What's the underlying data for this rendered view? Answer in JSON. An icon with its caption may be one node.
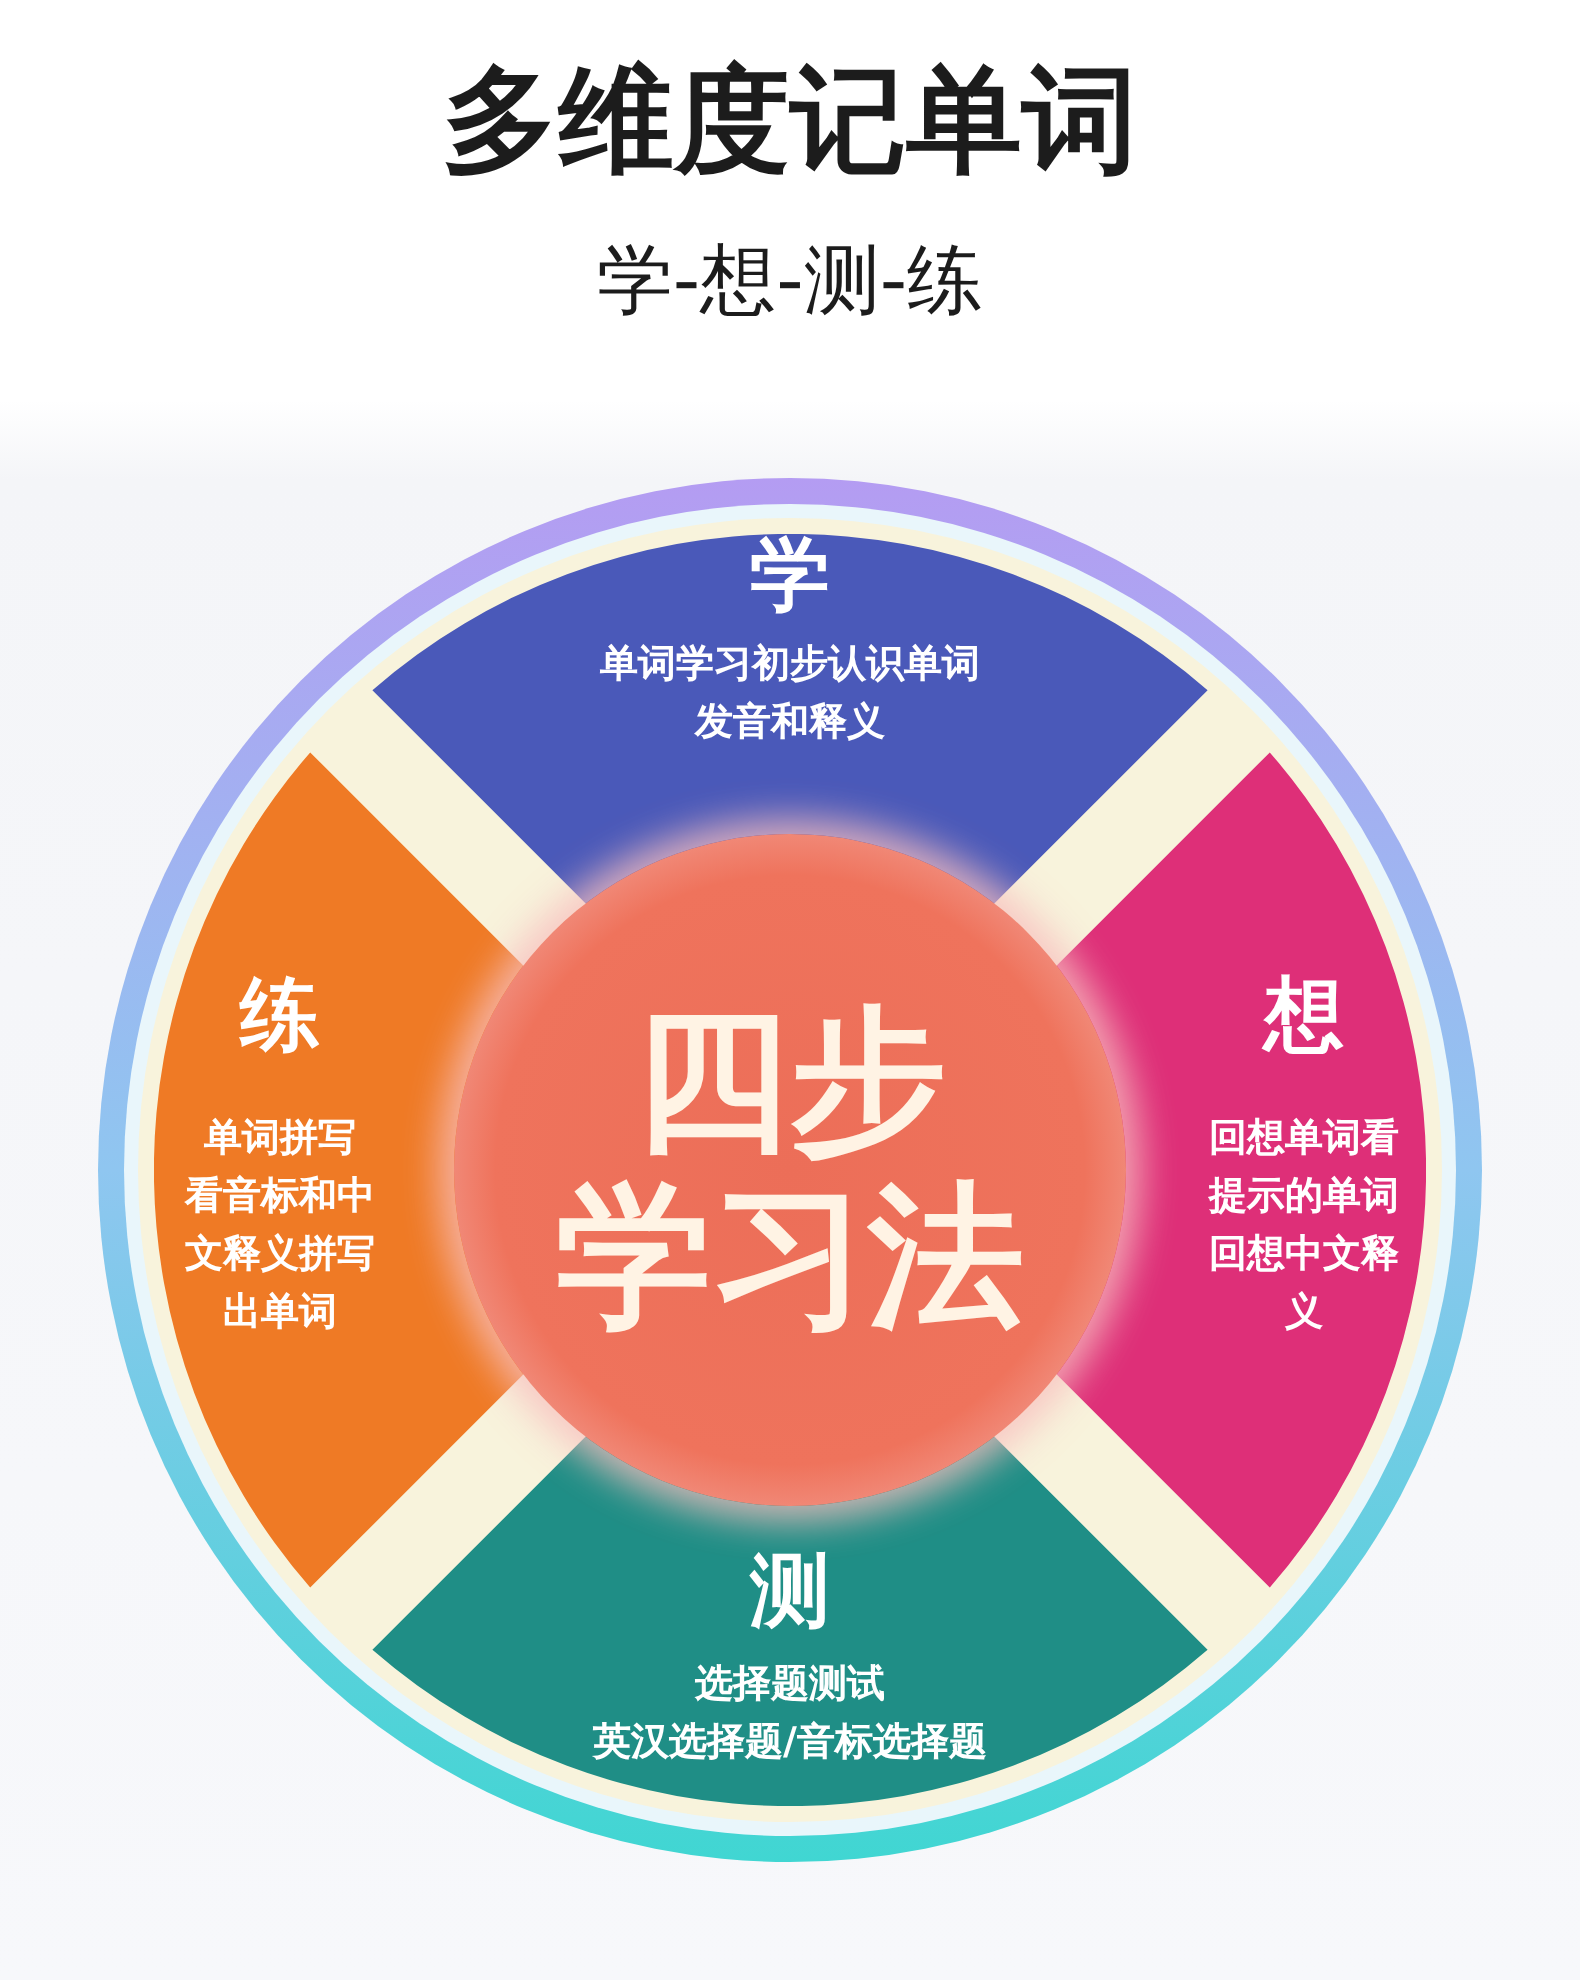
{
  "diagram": {
    "title": "多维度记单词",
    "nodes": [
      {
        "text": [
          "学",
          "单词学习初步认识单词发音和释义"
        ]
      },
      {
        "text": [
          "练",
          "单词拼写看音标和中文释义拼写出单词"
        ]
      },
      {
        "text": [
          "四步学习法"
        ]
      },
      {
        "text": [
          "想",
          "回想单词看提示的单词回想中文释义"
        ]
      },
      {
        "text": [
          "测",
          "选择题测试英汉选择题/音标选择题"
        ]
      }
    ],
    "labels": [
      "学-想-测-练"
    ]
  }
}
